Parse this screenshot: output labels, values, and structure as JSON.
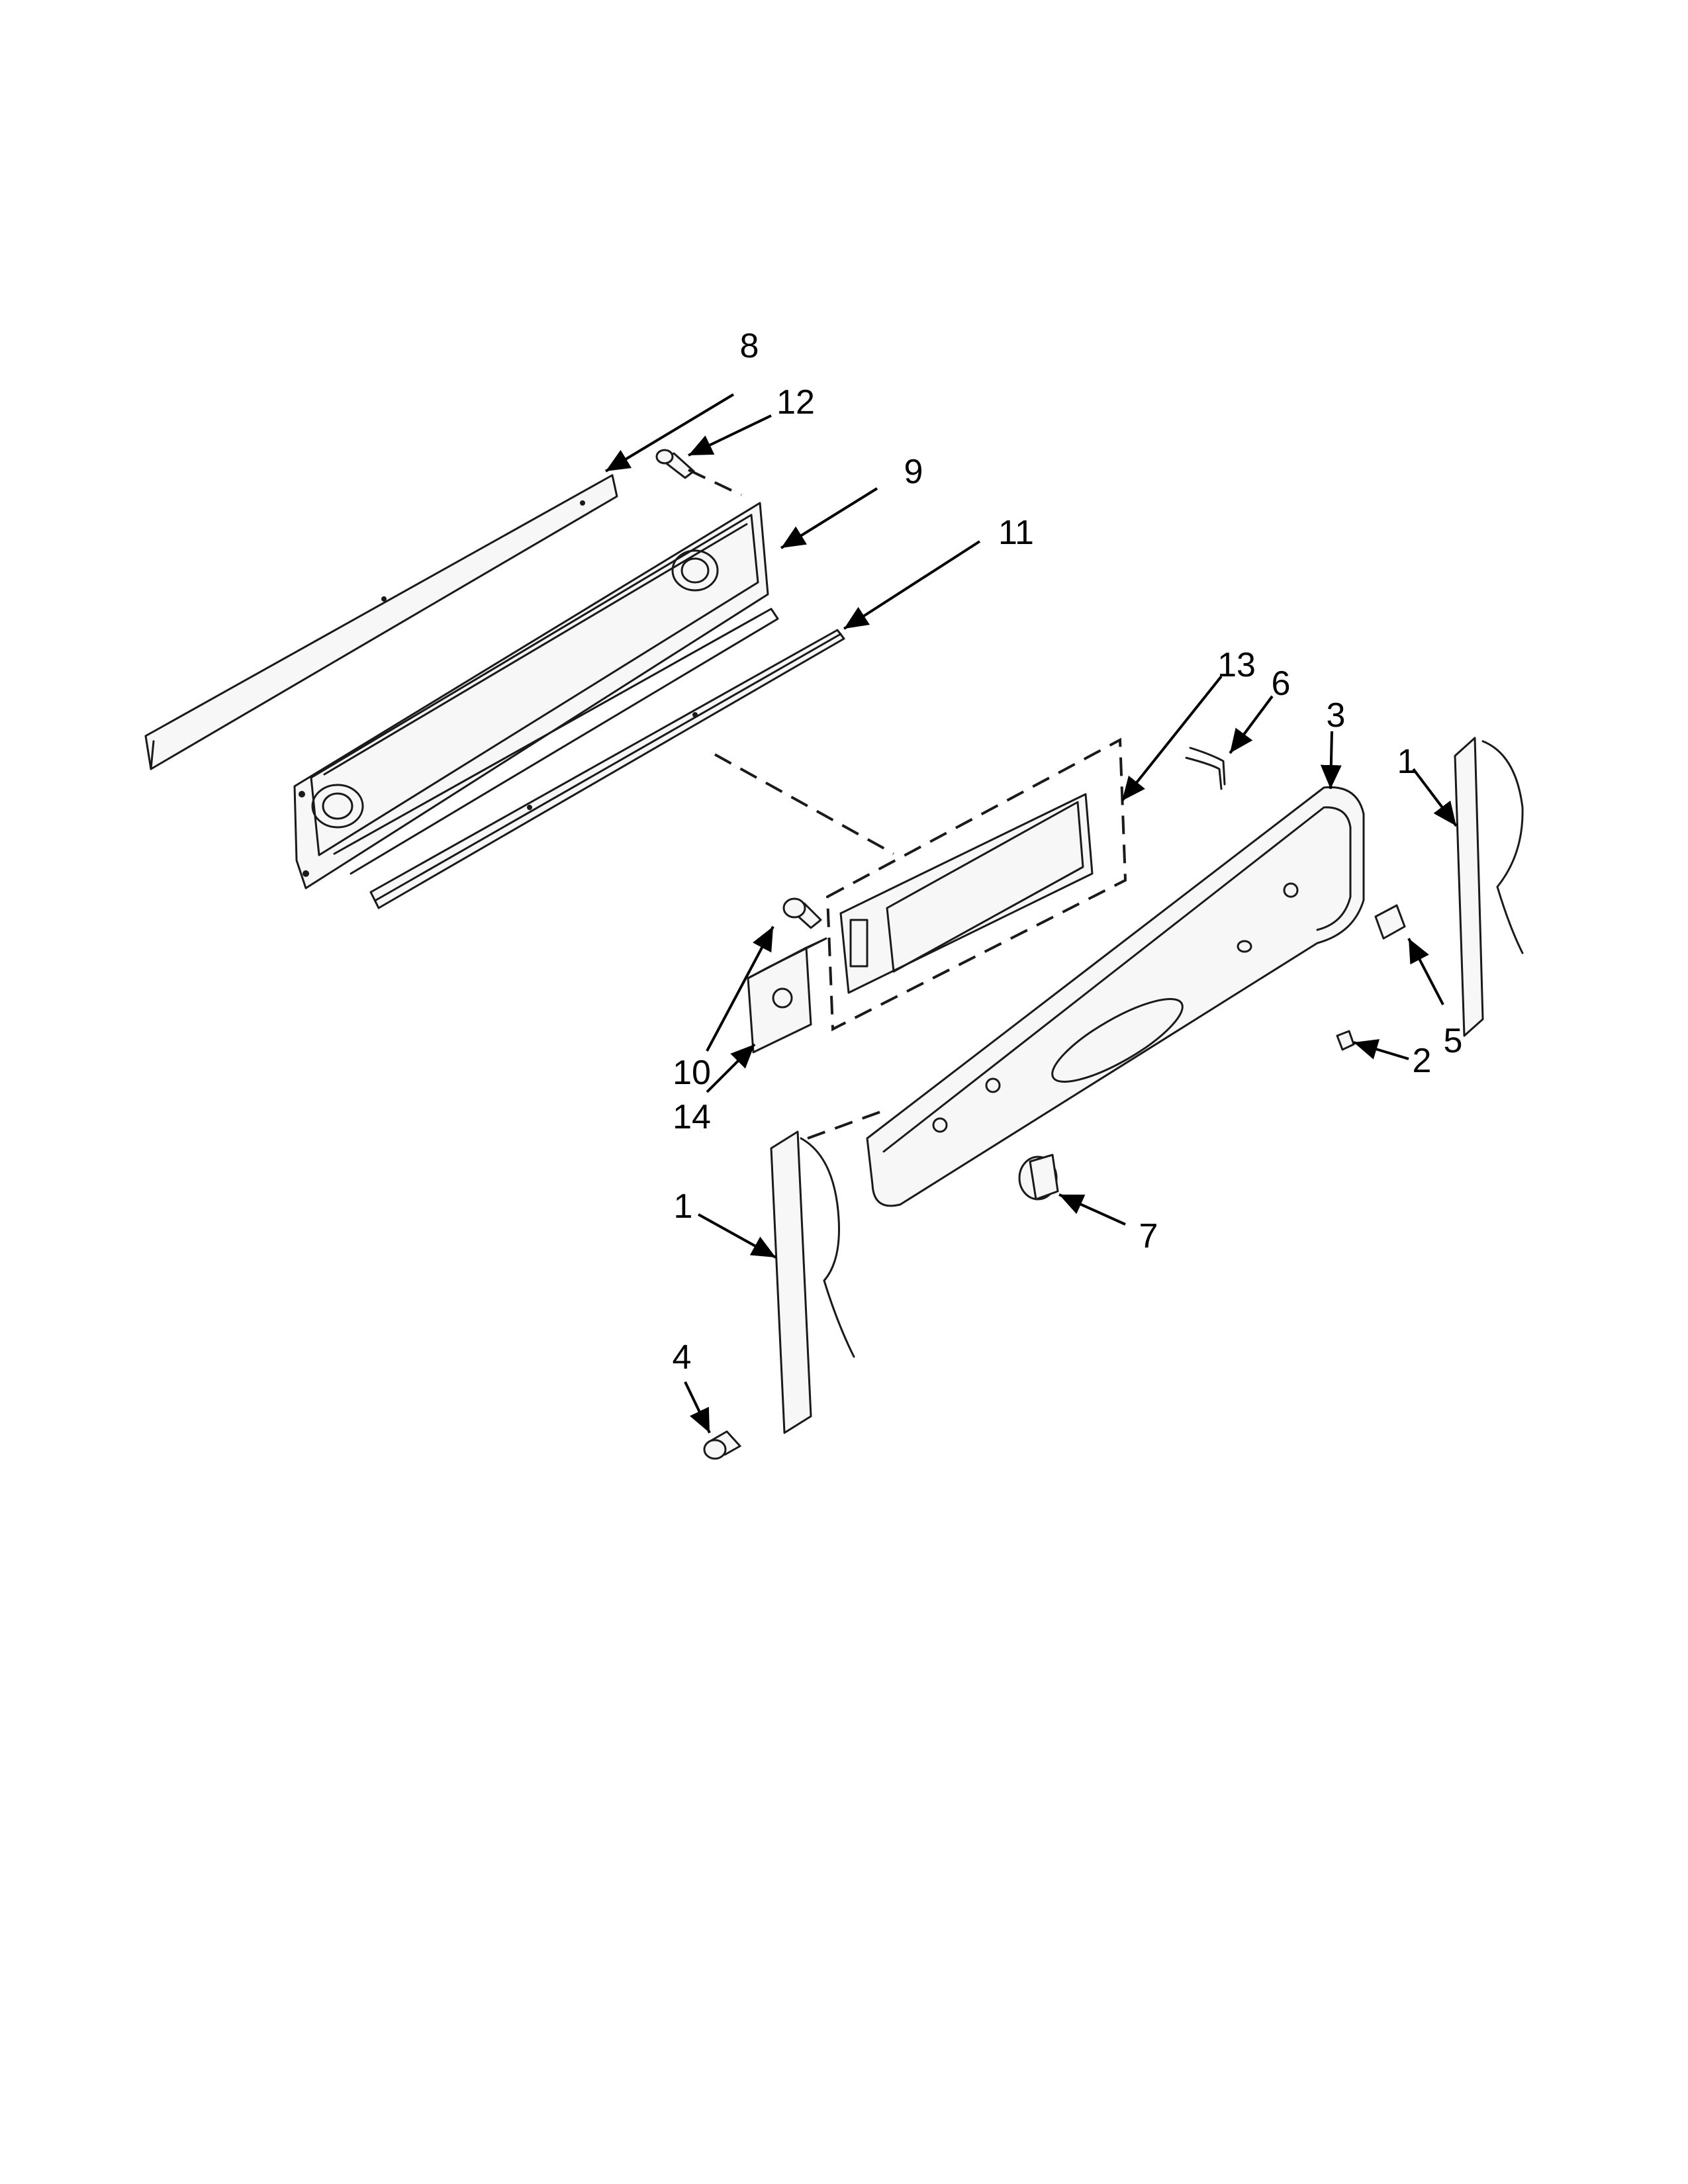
{
  "callouts": [
    {
      "id": "c1a",
      "label": "1"
    },
    {
      "id": "c1b",
      "label": "1"
    },
    {
      "id": "c2",
      "label": "2"
    },
    {
      "id": "c3",
      "label": "3"
    },
    {
      "id": "c4",
      "label": "4"
    },
    {
      "id": "c5",
      "label": "5"
    },
    {
      "id": "c6",
      "label": "6"
    },
    {
      "id": "c7",
      "label": "7"
    },
    {
      "id": "c8",
      "label": "8"
    },
    {
      "id": "c9",
      "label": "9"
    },
    {
      "id": "c10",
      "label": "10"
    },
    {
      "id": "c11",
      "label": "11"
    },
    {
      "id": "c12",
      "label": "12"
    },
    {
      "id": "c13",
      "label": "13"
    },
    {
      "id": "c14",
      "label": "14"
    }
  ]
}
